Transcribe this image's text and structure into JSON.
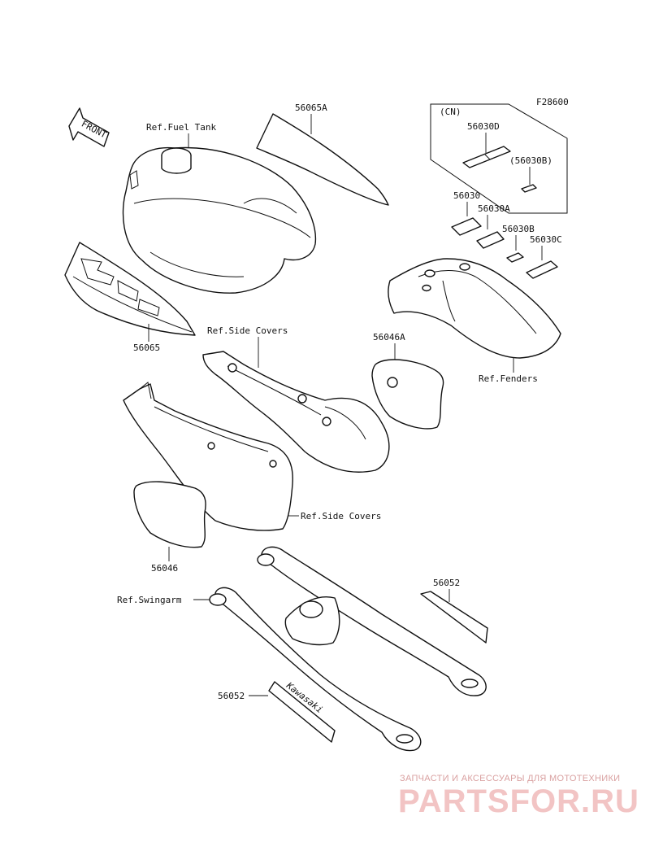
{
  "diagram": {
    "code": "F28600",
    "front_label": "FRONT",
    "cn_label": "(CN)",
    "callouts": {
      "fuel_tank": "Ref.Fuel Tank",
      "p56065A": "56065A",
      "p56030D": "56030D",
      "p56030B_paren": "(56030B)",
      "p56030": "56030",
      "p56030A": "56030A",
      "p56030B": "56030B",
      "p56030C": "56030C",
      "p56065": "56065",
      "side_covers_1": "Ref.Side Covers",
      "p56046A": "56046A",
      "fenders": "Ref.Fenders",
      "side_covers_2": "Ref.Side Covers",
      "p56046": "56046",
      "p56052_right": "56052",
      "swingarm": "Ref.Swingarm",
      "p56052_left": "56052"
    },
    "emblem_text": "Kawasaki"
  },
  "watermark": {
    "subtitle": "ЗАПЧАСТИ И АКСЕССУАРЫ ДЛЯ МОТОТЕХНИКИ",
    "brand": "PARTSFOR.RU"
  }
}
